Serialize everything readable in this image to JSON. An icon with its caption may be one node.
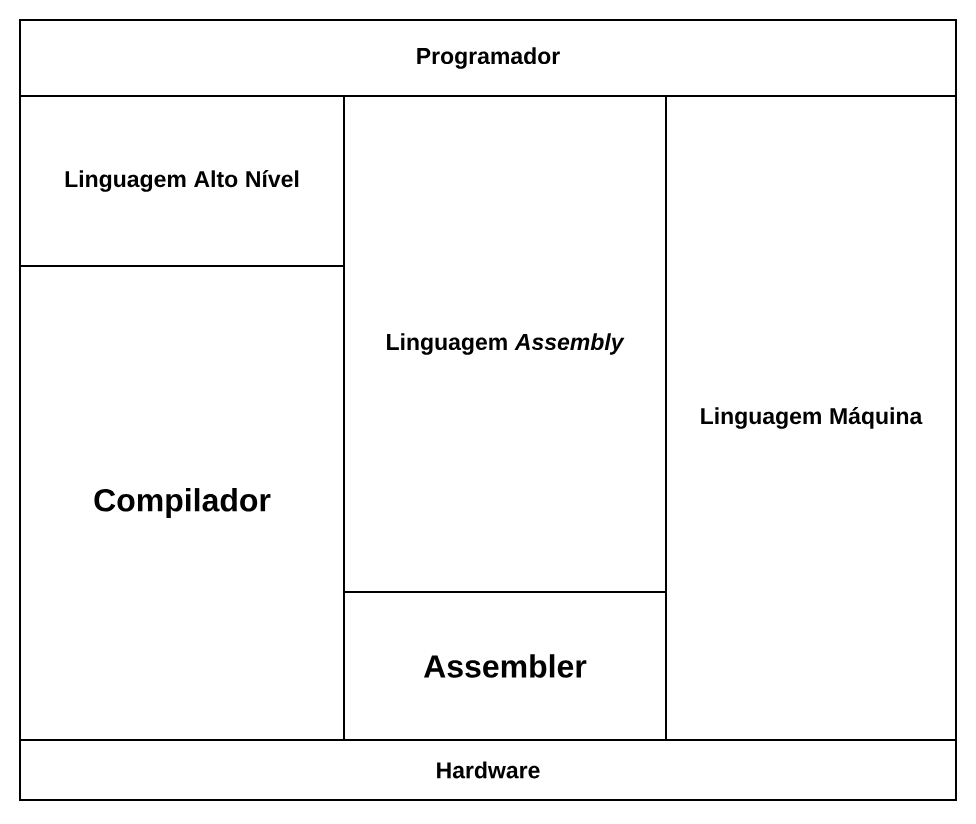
{
  "diagram": {
    "nodes": [
      {
        "text": [
          "Programador"
        ]
      },
      {
        "text": [
          "Linguagem Alto Nível"
        ]
      },
      {
        "text": [
          "Compilador"
        ]
      },
      {
        "text": [
          "Linguagem *Assembly*"
        ]
      },
      {
        "text": [
          "Assembler"
        ]
      },
      {
        "text": [
          "Linguagem Máquina"
        ]
      },
      {
        "text": [
          "Hardware"
        ]
      }
    ]
  }
}
